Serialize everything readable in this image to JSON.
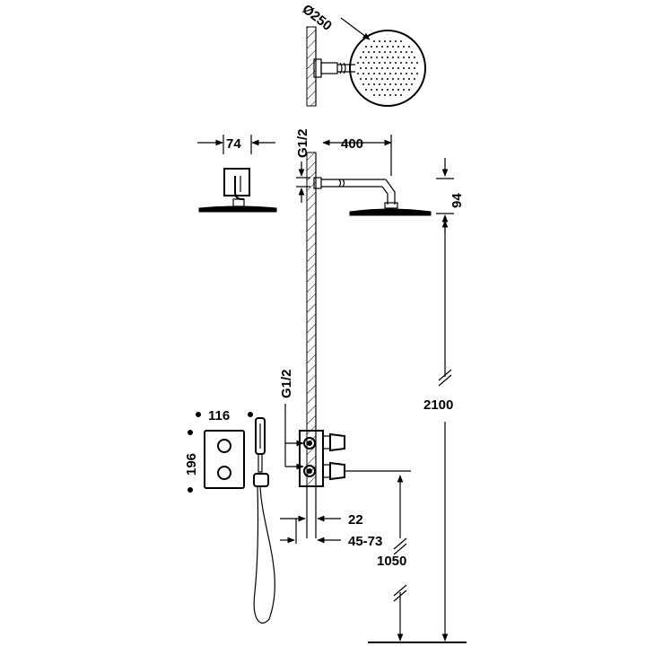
{
  "dimensions": {
    "head_diameter": "Ø250",
    "wall_plate_width": "74",
    "arm_thread": "G1/2",
    "arm_length": "400",
    "head_drop": "94",
    "valve_thread": "G1/2",
    "faceplate_width": "116",
    "faceplate_height": "196",
    "overall_height": "2100",
    "wall_thickness": "22",
    "recess_depth": "45-73",
    "valve_height": "1050"
  },
  "colors": {
    "line": "#000000",
    "background": "#ffffff"
  }
}
